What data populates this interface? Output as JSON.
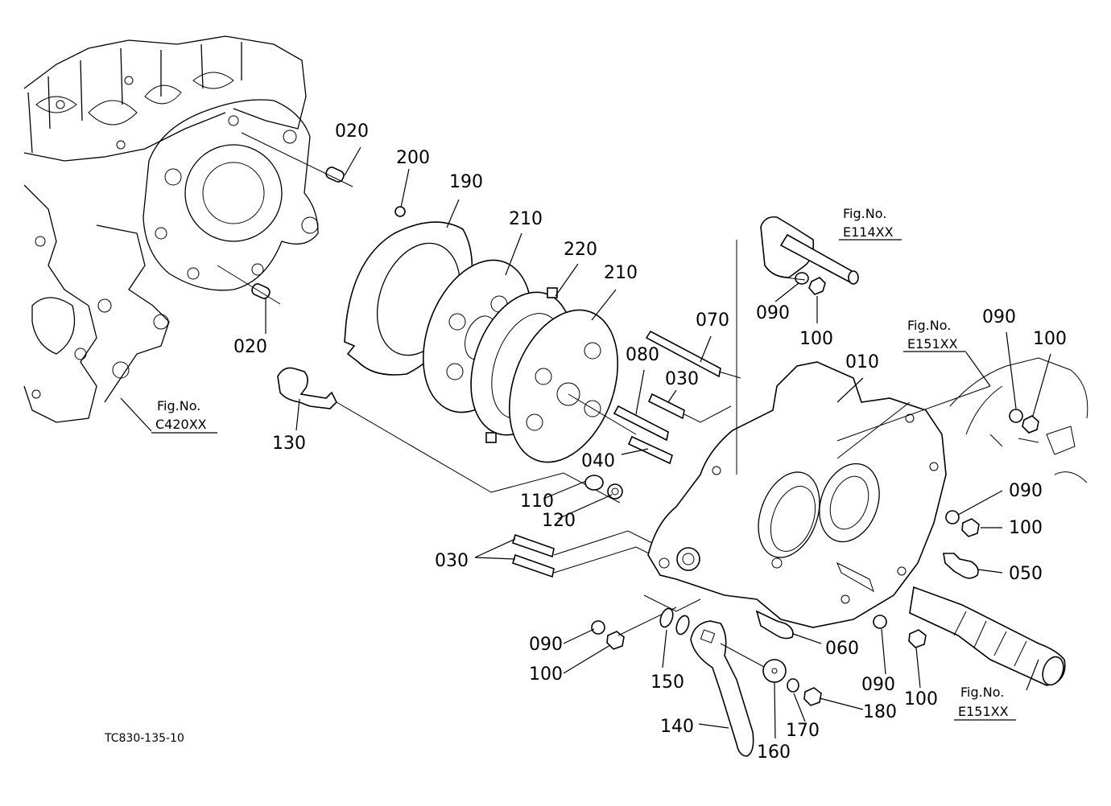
{
  "diagram_code": "TC830-135-10",
  "part_labels": [
    "010",
    "020",
    "020",
    "030",
    "030",
    "040",
    "050",
    "060",
    "070",
    "080",
    "090",
    "090",
    "090",
    "090",
    "090",
    "100",
    "100",
    "100",
    "100",
    "100",
    "110",
    "120",
    "130",
    "140",
    "150",
    "160",
    "170",
    "180",
    "190",
    "200",
    "210",
    "210",
    "220"
  ],
  "fig_refs": [
    {
      "title": "Fig.No.",
      "code": "C420XX"
    },
    {
      "title": "Fig.No.",
      "code": "E114XX"
    },
    {
      "title": "Fig.No.",
      "code": "E151XX"
    },
    {
      "title": "Fig.No.",
      "code": "E151XX"
    }
  ],
  "colors": {
    "line": "#000000",
    "background": "#ffffff"
  }
}
